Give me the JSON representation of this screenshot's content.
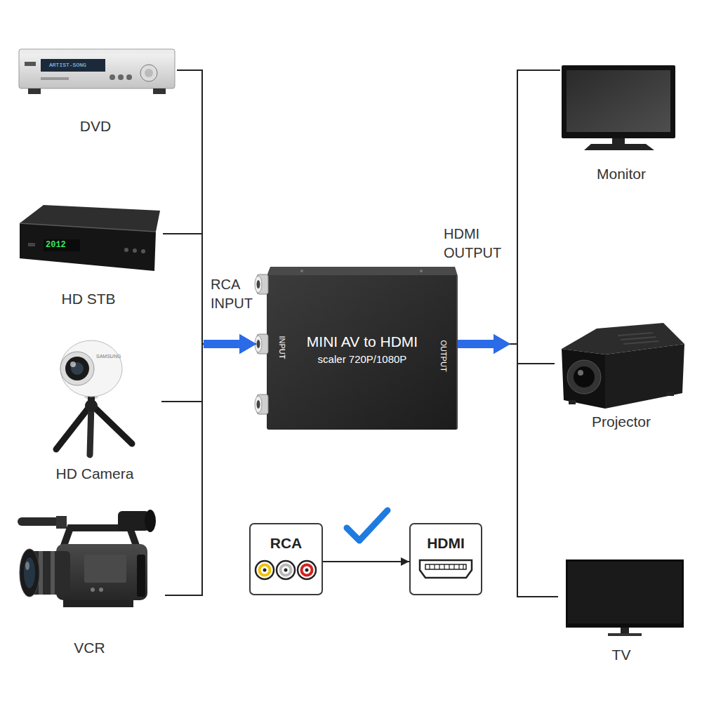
{
  "diagram": {
    "nodes": [
      {
        "text": [
          "DVD"
        ]
      },
      {
        "text": [
          "HD STB"
        ]
      },
      {
        "text": [
          "HD Camera"
        ]
      },
      {
        "text": [
          "VCR"
        ]
      },
      {
        "text": [
          "MINI AV to HDMI",
          "scaler 720P/1080P",
          "INPUT",
          "OUTPUT"
        ]
      },
      {
        "text": [
          "Monitor"
        ]
      },
      {
        "text": [
          "Projector"
        ]
      },
      {
        "text": [
          "TV"
        ]
      },
      {
        "text": [
          "RCA"
        ]
      },
      {
        "text": [
          "HDMI"
        ]
      }
    ],
    "edges": [
      {
        "from": 0,
        "to": 4,
        "arrow": "to"
      },
      {
        "from": 1,
        "to": 4,
        "arrow": "to"
      },
      {
        "from": 2,
        "to": 4,
        "arrow": "to"
      },
      {
        "from": 3,
        "to": 4,
        "arrow": "to"
      },
      {
        "from": 4,
        "to": 5,
        "arrow": "to"
      },
      {
        "from": 4,
        "to": 6,
        "arrow": "to"
      },
      {
        "from": 4,
        "to": 7,
        "arrow": "to"
      },
      {
        "from": 8,
        "to": 9,
        "arrow": "to"
      }
    ],
    "labels": [
      "ARTIST-SONG",
      "2012",
      "SAMSUNG",
      "RCA INPUT",
      "HDMI OUTPUT"
    ]
  }
}
